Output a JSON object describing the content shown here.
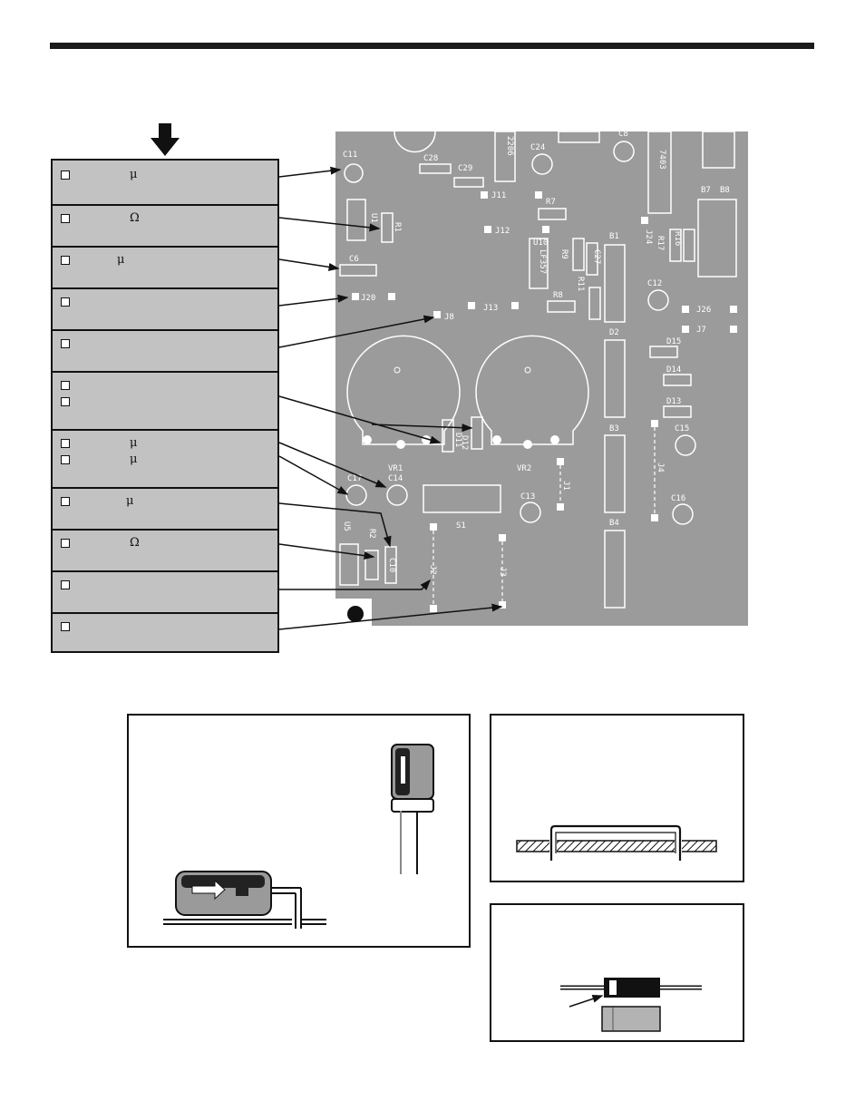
{
  "steps": [
    {
      "lines": [
        {
          "sym": "μ"
        }
      ]
    },
    {
      "lines": [
        {
          "sym": "Ω"
        }
      ]
    },
    {
      "lines": [
        {
          "sym": "μ"
        }
      ]
    },
    {
      "lines": [
        {
          "sym": ""
        }
      ]
    },
    {
      "lines": [
        {
          "sym": ""
        }
      ]
    },
    {
      "lines": [
        {
          "sym": ""
        },
        {
          "sym": ""
        }
      ]
    },
    {
      "lines": [
        {
          "sym": "μ"
        },
        {
          "sym": "μ"
        }
      ]
    },
    {
      "lines": [
        {
          "sym": "μ"
        }
      ]
    },
    {
      "lines": [
        {
          "sym": "Ω"
        }
      ]
    },
    {
      "lines": [
        {
          "sym": ""
        }
      ]
    },
    {
      "lines": [
        {
          "sym": ""
        }
      ]
    }
  ],
  "pcb_labels": [
    "C11",
    "U1",
    "R1",
    "C6",
    "J20",
    "J8",
    "J13",
    "C28",
    "C29",
    "J11",
    "R7",
    "J12",
    "U10",
    "LF357",
    "R9",
    "C27",
    "R11",
    "R8",
    "C24",
    "C8",
    "7403",
    "2206",
    "B1",
    "J24",
    "R17",
    "R16",
    "B7",
    "B8",
    "C12",
    "J26",
    "J7",
    "D15",
    "D14",
    "D13",
    "D2",
    "C15",
    "J4",
    "B3",
    "C16",
    "B4",
    "C13",
    "J1",
    "VR1",
    "VR2",
    "C17",
    "C14",
    "D11",
    "D12",
    "S1",
    "U5",
    "R2",
    "C10",
    "J2",
    "J3"
  ],
  "icons": {
    "arrow": "down-arrow-icon",
    "checkbox": "checkbox-icon"
  }
}
